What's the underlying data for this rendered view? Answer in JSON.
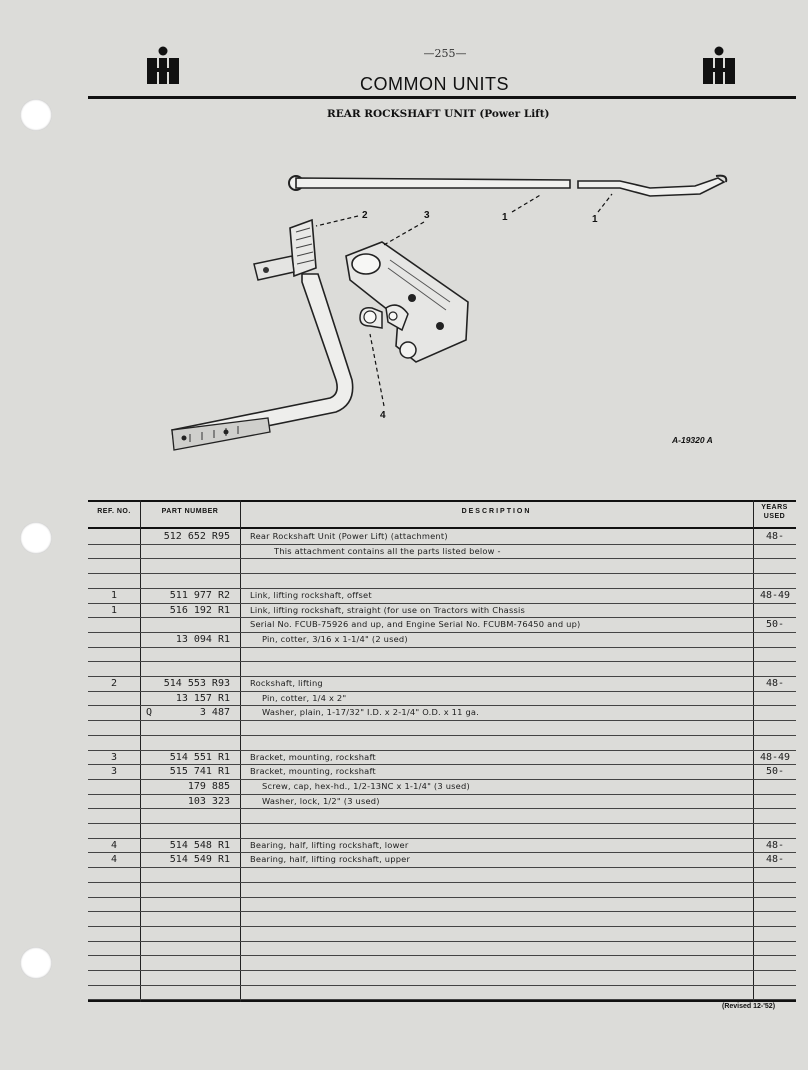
{
  "header": {
    "page_number": "—255—",
    "title": "COMMON UNITS",
    "subtitle": "REAR ROCKSHAFT UNIT (Power Lift)"
  },
  "figure": {
    "reference": "A-19320 A",
    "callouts": [
      "1",
      "1",
      "2",
      "3",
      "4"
    ]
  },
  "table": {
    "headers": {
      "ref_no": "REF. NO.",
      "part_number": "PART NUMBER",
      "description": "DESCRIPTION",
      "years_used_1": "YEARS",
      "years_used_2": "USED"
    },
    "rows": [
      {
        "ref": "",
        "prefix": "",
        "part": "512 652 R95",
        "desc": "Rear Rockshaft Unit (Power Lift) (attachment)",
        "indent": 0,
        "years": "48-"
      },
      {
        "ref": "",
        "prefix": "",
        "part": "",
        "desc": "This attachment contains all the parts listed below -",
        "indent": 2,
        "years": ""
      },
      {
        "ref": "",
        "prefix": "",
        "part": "",
        "desc": "",
        "indent": 0,
        "years": ""
      },
      {
        "ref": "",
        "prefix": "",
        "part": "",
        "desc": "",
        "indent": 0,
        "years": ""
      },
      {
        "ref": "1",
        "prefix": "",
        "part": "511 977 R2",
        "desc": "Link, lifting rockshaft, offset",
        "indent": 0,
        "years": "48-49"
      },
      {
        "ref": "1",
        "prefix": "",
        "part": "516 192 R1",
        "desc": "Link, lifting rockshaft, straight (for use on Tractors with Chassis",
        "indent": 0,
        "years": ""
      },
      {
        "ref": "",
        "prefix": "",
        "part": "",
        "desc": "Serial No. FCUB-75926 and up, and Engine Serial No. FCUBM-76450 and up)",
        "indent": 0,
        "years": "50-"
      },
      {
        "ref": "",
        "prefix": "",
        "part": "13 094 R1",
        "desc": "Pin, cotter, 3/16 x 1-1/4\" (2 used)",
        "indent": 1,
        "years": ""
      },
      {
        "ref": "",
        "prefix": "",
        "part": "",
        "desc": "",
        "indent": 0,
        "years": ""
      },
      {
        "ref": "",
        "prefix": "",
        "part": "",
        "desc": "",
        "indent": 0,
        "years": ""
      },
      {
        "ref": "2",
        "prefix": "",
        "part": "514 553 R93",
        "desc": "Rockshaft, lifting",
        "indent": 0,
        "years": "48-"
      },
      {
        "ref": "",
        "prefix": "",
        "part": "13 157 R1",
        "desc": "Pin, cotter, 1/4 x 2\"",
        "indent": 1,
        "years": ""
      },
      {
        "ref": "",
        "prefix": "Q",
        "part": "3 487",
        "desc": "Washer, plain, 1-17/32\" I.D. x 2-1/4\" O.D. x 11 ga.",
        "indent": 1,
        "years": ""
      },
      {
        "ref": "",
        "prefix": "",
        "part": "",
        "desc": "",
        "indent": 0,
        "years": ""
      },
      {
        "ref": "",
        "prefix": "",
        "part": "",
        "desc": "",
        "indent": 0,
        "years": ""
      },
      {
        "ref": "3",
        "prefix": "",
        "part": "514 551 R1",
        "desc": "Bracket, mounting, rockshaft",
        "indent": 0,
        "years": "48-49"
      },
      {
        "ref": "3",
        "prefix": "",
        "part": "515 741 R1",
        "desc": "Bracket, mounting, rockshaft",
        "indent": 0,
        "years": "50-"
      },
      {
        "ref": "",
        "prefix": "",
        "part": "179 885",
        "desc": "Screw, cap, hex-hd., 1/2-13NC x 1-1/4\" (3 used)",
        "indent": 1,
        "years": ""
      },
      {
        "ref": "",
        "prefix": "",
        "part": "103 323",
        "desc": "Washer, lock, 1/2\" (3 used)",
        "indent": 1,
        "years": ""
      },
      {
        "ref": "",
        "prefix": "",
        "part": "",
        "desc": "",
        "indent": 0,
        "years": ""
      },
      {
        "ref": "",
        "prefix": "",
        "part": "",
        "desc": "",
        "indent": 0,
        "years": ""
      },
      {
        "ref": "4",
        "prefix": "",
        "part": "514 548 R1",
        "desc": "Bearing, half, lifting rockshaft, lower",
        "indent": 0,
        "years": "48-"
      },
      {
        "ref": "4",
        "prefix": "",
        "part": "514 549 R1",
        "desc": "Bearing, half, lifting rockshaft, upper",
        "indent": 0,
        "years": "48-"
      },
      {
        "ref": "",
        "prefix": "",
        "part": "",
        "desc": "",
        "indent": 0,
        "years": ""
      },
      {
        "ref": "",
        "prefix": "",
        "part": "",
        "desc": "",
        "indent": 0,
        "years": ""
      },
      {
        "ref": "",
        "prefix": "",
        "part": "",
        "desc": "",
        "indent": 0,
        "years": ""
      },
      {
        "ref": "",
        "prefix": "",
        "part": "",
        "desc": "",
        "indent": 0,
        "years": ""
      },
      {
        "ref": "",
        "prefix": "",
        "part": "",
        "desc": "",
        "indent": 0,
        "years": ""
      },
      {
        "ref": "",
        "prefix": "",
        "part": "",
        "desc": "",
        "indent": 0,
        "years": ""
      },
      {
        "ref": "",
        "prefix": "",
        "part": "",
        "desc": "",
        "indent": 0,
        "years": ""
      },
      {
        "ref": "",
        "prefix": "",
        "part": "",
        "desc": "",
        "indent": 0,
        "years": ""
      },
      {
        "ref": "",
        "prefix": "",
        "part": "",
        "desc": "",
        "indent": 0,
        "years": ""
      }
    ]
  },
  "footer": {
    "revised": "(Revised 12-'52)"
  }
}
